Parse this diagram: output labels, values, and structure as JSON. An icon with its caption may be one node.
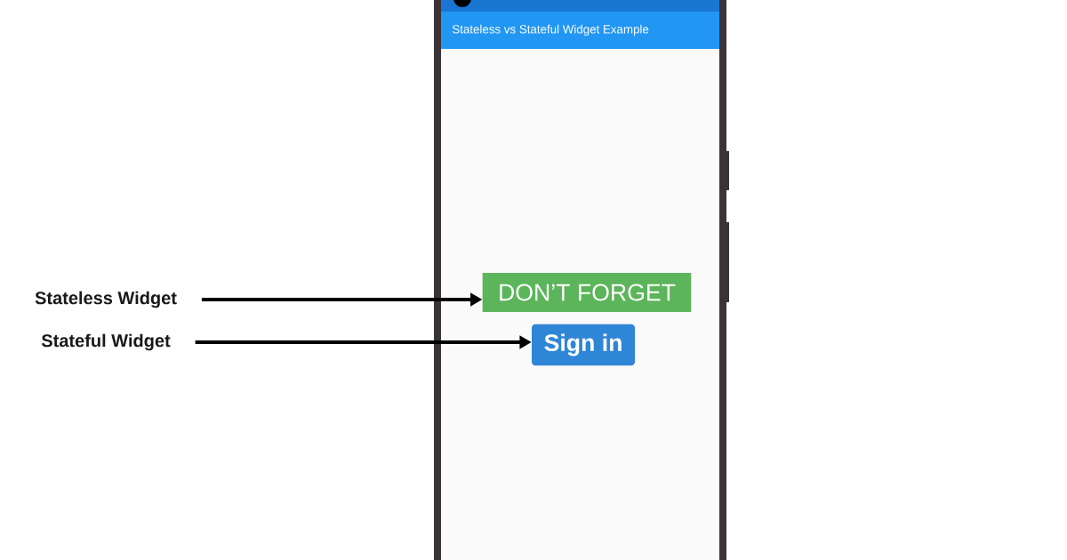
{
  "diagram": {
    "nodes": [
      {
        "text": [
          "Stateless Widget"
        ]
      },
      {
        "text": [
          "Stateful Widget"
        ]
      },
      {
        "text": [
          "DON’T FORGET"
        ]
      },
      {
        "text": [
          "Sign in"
        ]
      }
    ],
    "edges": [
      {
        "from": 0,
        "to": 2,
        "arrow": "to"
      },
      {
        "from": 1,
        "to": 3,
        "arrow": "to"
      }
    ],
    "labels": [
      "Stateless vs Stateful Widget Example"
    ]
  }
}
